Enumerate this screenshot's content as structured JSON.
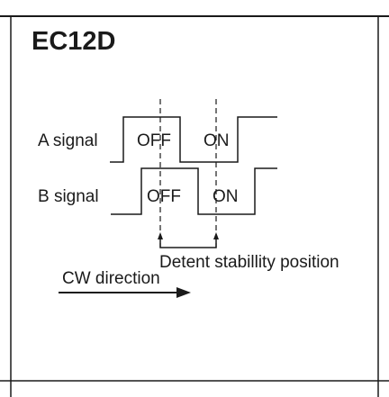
{
  "figure": {
    "title": "EC12D",
    "signals": [
      {
        "name": "A signal",
        "states": [
          "OFF",
          "ON"
        ]
      },
      {
        "name": "B signal",
        "states": [
          "OFF",
          "ON"
        ]
      }
    ],
    "detent_label": "Detent stabillity position",
    "direction_label": "CW direction"
  }
}
